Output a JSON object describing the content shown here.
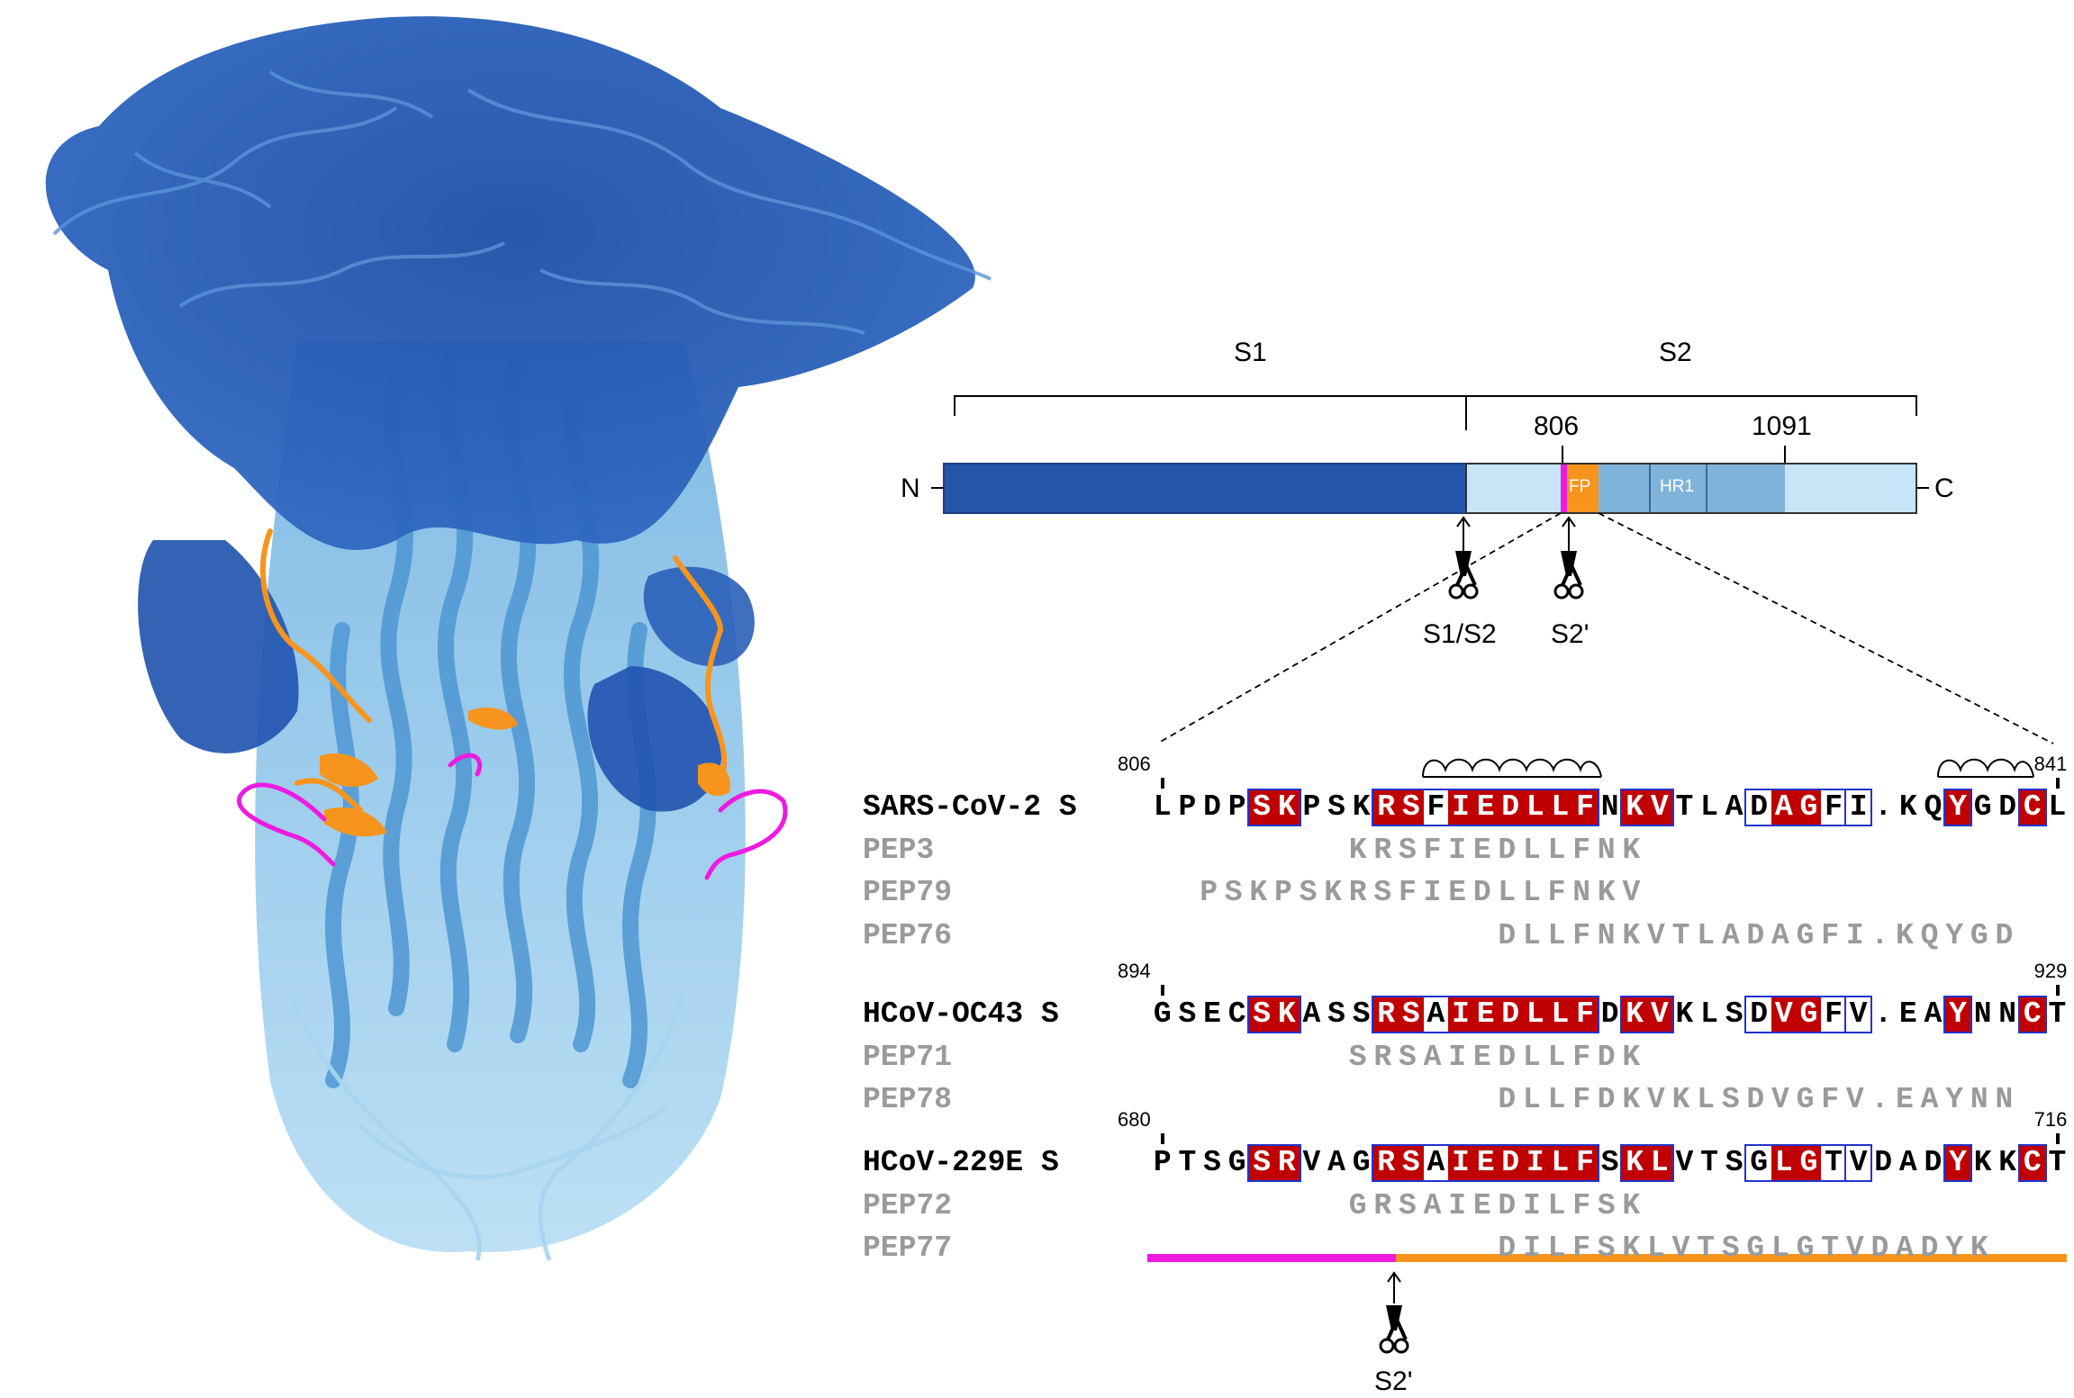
{
  "domain_labels": {
    "s1": "S1",
    "s2": "S2",
    "n_term": "N",
    "c_term": "C",
    "pos_806": "806",
    "pos_1091": "1091",
    "fp": "FP",
    "hr1": "HR1",
    "cleavage_s1s2": "S1/S2",
    "cleavage_s2prime": "S2'",
    "cleavage_bottom": "S2'"
  },
  "colors": {
    "s1_dark_blue": "#2356a8",
    "s2_light_blue": "#c6e6f7",
    "mid_blue": "#7fb3d9",
    "fusion_peptide_orange": "#f7941d",
    "cleavage_magenta": "#ee1ae0",
    "conserved_red": "#c00000",
    "similar_box_blue": "#2233cc",
    "peptide_gray": "#9a9a9a"
  },
  "alignment": {
    "sequences": [
      {
        "name": "SARS-CoV-2 S",
        "start": "806",
        "end": "841",
        "residues": [
          "L",
          "P",
          "D",
          "P",
          "S",
          "K",
          "P",
          "S",
          "K",
          "R",
          "S",
          "F",
          "I",
          "E",
          "D",
          "L",
          "L",
          "F",
          "N",
          "K",
          "V",
          "T",
          "L",
          "A",
          "D",
          "A",
          "G",
          "F",
          "I",
          ".",
          "K",
          "Q",
          "Y",
          "G",
          "D",
          "C",
          "L"
        ],
        "peptides": [
          {
            "name": "PEP3",
            "offset": 8,
            "seq": "KRSFIEDLLFNK"
          },
          {
            "name": "PEP79",
            "offset": 2,
            "seq": "PSKPSKRSFIEDLLFNKV"
          },
          {
            "name": "PEP76",
            "offset": 14,
            "seq": "DLLFNKVTLADAGFI.KQYGD"
          }
        ]
      },
      {
        "name": "HCoV-OC43 S",
        "start": "894",
        "end": "929",
        "residues": [
          "G",
          "S",
          "E",
          "C",
          "S",
          "K",
          "A",
          "S",
          "S",
          "R",
          "S",
          "A",
          "I",
          "E",
          "D",
          "L",
          "L",
          "F",
          "D",
          "K",
          "V",
          "K",
          "L",
          "S",
          "D",
          "V",
          "G",
          "F",
          "V",
          ".",
          "E",
          "A",
          "Y",
          "N",
          "N",
          "C",
          "T"
        ],
        "peptides": [
          {
            "name": "PEP71",
            "offset": 8,
            "seq": "SRSAIEDLLFDK"
          },
          {
            "name": "PEP78",
            "offset": 14,
            "seq": "DLLFDKVKLSDVGFV.EAYNN"
          }
        ]
      },
      {
        "name": "HCoV-229E S",
        "start": "680",
        "end": "716",
        "residues": [
          "P",
          "T",
          "S",
          "G",
          "S",
          "R",
          "V",
          "A",
          "G",
          "R",
          "S",
          "A",
          "I",
          "E",
          "D",
          "I",
          "L",
          "F",
          "S",
          "K",
          "L",
          "V",
          "T",
          "S",
          "G",
          "L",
          "G",
          "T",
          "V",
          "D",
          "A",
          "D",
          "Y",
          "K",
          "K",
          "C",
          "T"
        ],
        "peptides": [
          {
            "name": "PEP72",
            "offset": 8,
            "seq": "GRSAIEDILFSK"
          },
          {
            "name": "PEP77",
            "offset": 14,
            "seq": "DILFSKLVTSGLGTVDADYK"
          }
        ]
      }
    ],
    "red_columns": [
      4,
      5,
      9,
      10,
      12,
      13,
      14,
      15,
      16,
      17,
      19,
      20,
      25,
      26,
      32,
      35
    ],
    "blue_boxes": [
      [
        4,
        5
      ],
      [
        9,
        17
      ],
      [
        19,
        20
      ],
      [
        24,
        28
      ],
      [
        28,
        28
      ],
      [
        32,
        32
      ],
      [
        35,
        35
      ]
    ]
  }
}
